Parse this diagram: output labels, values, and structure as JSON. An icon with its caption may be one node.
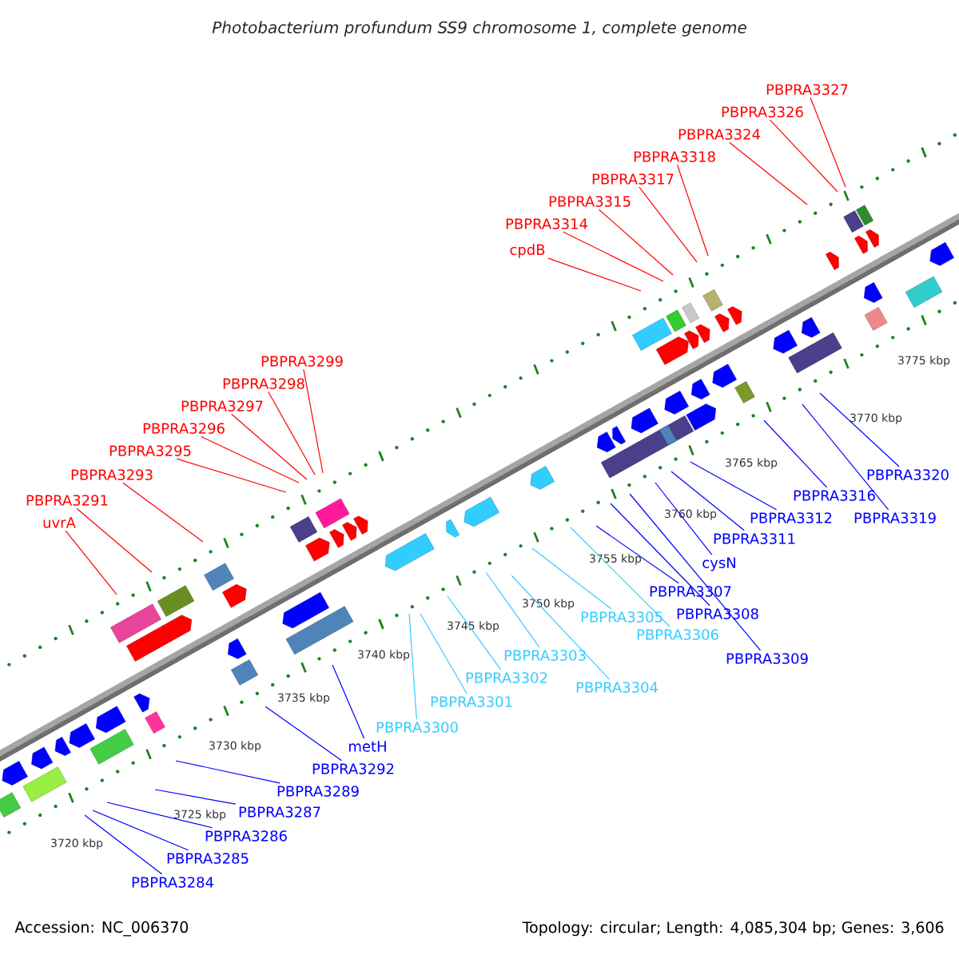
{
  "diagram": {
    "title": "Photobacterium profundum SS9 chromosome 1, complete genome",
    "nodes": [
      {
        "text": [
          "PBPRA3327"
        ]
      },
      {
        "text": [
          "PBPRA3326"
        ]
      },
      {
        "text": [
          "PBPRA3324"
        ]
      },
      {
        "text": [
          "PBPRA3318"
        ]
      },
      {
        "text": [
          "PBPRA3317"
        ]
      },
      {
        "text": [
          "PBPRA3315"
        ]
      },
      {
        "text": [
          "PBPRA3314"
        ]
      },
      {
        "text": [
          "cpdB"
        ]
      },
      {
        "text": [
          "PBPRA3299"
        ]
      },
      {
        "text": [
          "PBPRA3298"
        ]
      },
      {
        "text": [
          "PBPRA3297"
        ]
      },
      {
        "text": [
          "PBPRA3296"
        ]
      },
      {
        "text": [
          "PBPRA3295"
        ]
      },
      {
        "text": [
          "PBPRA3293"
        ]
      },
      {
        "text": [
          "PBPRA3291"
        ]
      },
      {
        "text": [
          "uvrA"
        ]
      },
      {
        "text": [
          "PBPRA3320"
        ]
      },
      {
        "text": [
          "PBPRA3316"
        ]
      },
      {
        "text": [
          "PBPRA3319"
        ]
      },
      {
        "text": [
          "PBPRA3312"
        ]
      },
      {
        "text": [
          "PBPRA3311"
        ]
      },
      {
        "text": [
          "cysN"
        ]
      },
      {
        "text": [
          "PBPRA3307"
        ]
      },
      {
        "text": [
          "PBPRA3305"
        ]
      },
      {
        "text": [
          "PBPRA3308"
        ]
      },
      {
        "text": [
          "PBPRA3306"
        ]
      },
      {
        "text": [
          "PBPRA3303"
        ]
      },
      {
        "text": [
          "PBPRA3309"
        ]
      },
      {
        "text": [
          "PBPRA3302"
        ]
      },
      {
        "text": [
          "PBPRA3304"
        ]
      },
      {
        "text": [
          "PBPRA3301"
        ]
      },
      {
        "text": [
          "PBPRA3300"
        ]
      },
      {
        "text": [
          "metH"
        ]
      },
      {
        "text": [
          "PBPRA3292"
        ]
      },
      {
        "text": [
          "PBPRA3289"
        ]
      },
      {
        "text": [
          "PBPRA3287"
        ]
      },
      {
        "text": [
          "PBPRA3286"
        ]
      },
      {
        "text": [
          "PBPRA3285"
        ]
      },
      {
        "text": [
          "PBPRA3284"
        ]
      }
    ],
    "edges": [
      {
        "from": 0,
        "to": null,
        "arrow": "none",
        "color": "#ff0000"
      },
      {
        "from": 1,
        "to": null,
        "arrow": "none",
        "color": "#ff0000"
      },
      {
        "from": 2,
        "to": null,
        "arrow": "none",
        "color": "#ff0000"
      },
      {
        "from": 3,
        "to": null,
        "arrow": "none",
        "color": "#ff0000"
      },
      {
        "from": 4,
        "to": null,
        "arrow": "none",
        "color": "#ff0000"
      },
      {
        "from": 5,
        "to": null,
        "arrow": "none",
        "color": "#ff0000"
      },
      {
        "from": 6,
        "to": null,
        "arrow": "none",
        "color": "#ff0000"
      },
      {
        "from": 7,
        "to": null,
        "arrow": "none",
        "color": "#ff0000"
      },
      {
        "from": 8,
        "to": null,
        "arrow": "none",
        "color": "#ff0000"
      },
      {
        "from": 9,
        "to": null,
        "arrow": "none",
        "color": "#ff0000"
      },
      {
        "from": 10,
        "to": null,
        "arrow": "none",
        "color": "#ff0000"
      },
      {
        "from": 11,
        "to": null,
        "arrow": "none",
        "color": "#ff0000"
      },
      {
        "from": 12,
        "to": null,
        "arrow": "none",
        "color": "#ff0000"
      },
      {
        "from": 13,
        "to": null,
        "arrow": "none",
        "color": "#ff0000"
      },
      {
        "from": 14,
        "to": null,
        "arrow": "none",
        "color": "#ff0000"
      },
      {
        "from": 15,
        "to": null,
        "arrow": "none",
        "color": "#ff0000"
      },
      {
        "from": 16,
        "to": null,
        "arrow": "none",
        "color": "#0000ff"
      },
      {
        "from": 17,
        "to": null,
        "arrow": "none",
        "color": "#0000ff"
      },
      {
        "from": 18,
        "to": null,
        "arrow": "none",
        "color": "#0000ff"
      },
      {
        "from": 19,
        "to": null,
        "arrow": "none",
        "color": "#0000ff"
      },
      {
        "from": 20,
        "to": null,
        "arrow": "none",
        "color": "#0000ff"
      },
      {
        "from": 21,
        "to": null,
        "arrow": "none",
        "color": "#0000ff"
      },
      {
        "from": 22,
        "to": null,
        "arrow": "none",
        "color": "#0000ff"
      },
      {
        "from": 23,
        "to": null,
        "arrow": "none",
        "color": "#33ccff"
      },
      {
        "from": 24,
        "to": null,
        "arrow": "none",
        "color": "#0000ff"
      },
      {
        "from": 25,
        "to": null,
        "arrow": "none",
        "color": "#33ccff"
      },
      {
        "from": 26,
        "to": null,
        "arrow": "none",
        "color": "#33ccff"
      },
      {
        "from": 27,
        "to": null,
        "arrow": "none",
        "color": "#0000ff"
      },
      {
        "from": 28,
        "to": null,
        "arrow": "none",
        "color": "#33ccff"
      },
      {
        "from": 29,
        "to": null,
        "arrow": "none",
        "color": "#33ccff"
      },
      {
        "from": 30,
        "to": null,
        "arrow": "none",
        "color": "#33ccff"
      },
      {
        "from": 31,
        "to": null,
        "arrow": "none",
        "color": "#33ccff"
      },
      {
        "from": 32,
        "to": null,
        "arrow": "none",
        "color": "#0000ff"
      },
      {
        "from": 33,
        "to": null,
        "arrow": "none",
        "color": "#0000ff"
      },
      {
        "from": 34,
        "to": null,
        "arrow": "none",
        "color": "#0000ff"
      },
      {
        "from": 35,
        "to": null,
        "arrow": "none",
        "color": "#0000ff"
      },
      {
        "from": 36,
        "to": null,
        "arrow": "none",
        "color": "#0000ff"
      },
      {
        "from": 37,
        "to": null,
        "arrow": "none",
        "color": "#0000ff"
      },
      {
        "from": 38,
        "to": null,
        "arrow": "none",
        "color": "#0000ff"
      }
    ],
    "labels": [
      "3775 kbp",
      "3770 kbp",
      "3765 kbp",
      "3760 kbp",
      "3755 kbp",
      "3750 kbp",
      "3745 kbp",
      "3740 kbp",
      "3735 kbp",
      "3730 kbp",
      "3725 kbp",
      "3720 kbp",
      "Accession: NC_006370",
      "Topology: circular; Length: 4,085,304 bp; Genes: 3,606"
    ]
  }
}
